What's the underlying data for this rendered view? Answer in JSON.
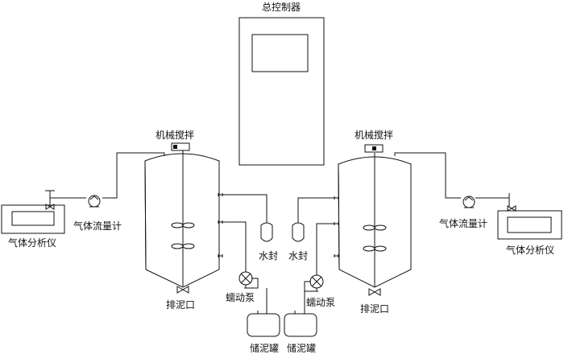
{
  "labels": {
    "main_controller": "总控制器",
    "stirrer_left": "机械搅拌",
    "stirrer_right": "机械搅拌",
    "gas_analyzer_left": "气体分析仪",
    "gas_analyzer_right": "气体分析仪",
    "gas_flowmeter_left": "气体流量计",
    "gas_flowmeter_right": "气体流量计",
    "water_seal_left": "水封",
    "water_seal_right": "水封",
    "peristaltic_pump_left": "蠕动泵",
    "peristaltic_pump_right": "蠕动泵",
    "sludge_outlet_left": "排泥口",
    "sludge_outlet_right": "排泥口",
    "sludge_tank_left": "储泥罐",
    "sludge_tank_right": "储泥罐"
  },
  "colors": {
    "line": "#111111",
    "background": "#ffffff"
  }
}
